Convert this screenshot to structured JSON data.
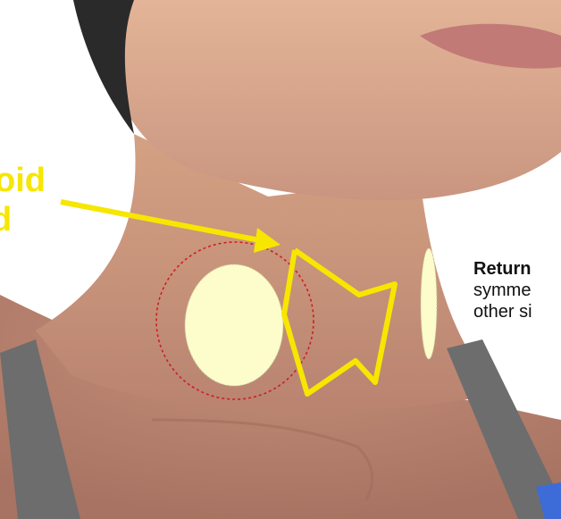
{
  "labels": {
    "gland_line1": "oid",
    "gland_line2": "d"
  },
  "note": {
    "line1": "Return",
    "line2": "symme",
    "line3": "other si"
  },
  "colors": {
    "highlight_yellow": "#f7e600",
    "gland_fill": "#fdfccb",
    "dashed_circle": "#cc1f1f",
    "skin": "#d9a586",
    "strap": "#6d6d6d"
  },
  "icons": {
    "arrow": "arrow-right-icon"
  }
}
